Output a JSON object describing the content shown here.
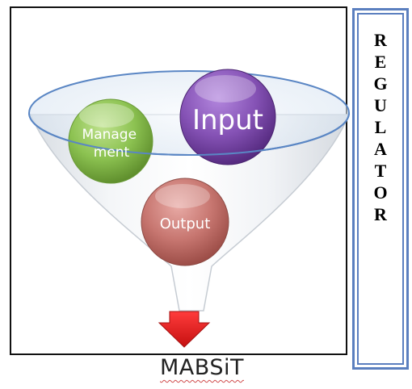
{
  "diagram": {
    "funnel_items": [
      {
        "id": "management",
        "label": "Manage\nment",
        "color": "#8cc251"
      },
      {
        "id": "input",
        "label": "Input",
        "color": "#8552b5"
      },
      {
        "id": "output",
        "label": "Output",
        "color": "#c77670"
      }
    ],
    "arrow_color": "#e51b1b",
    "funnel_rim_color": "#5a86c4",
    "output_text": "MABSiT"
  },
  "regulator": {
    "letters": [
      "R",
      "E",
      "G",
      "U",
      "L",
      "A",
      "T",
      "O",
      "R"
    ],
    "border_color": "#5b7fbf"
  }
}
